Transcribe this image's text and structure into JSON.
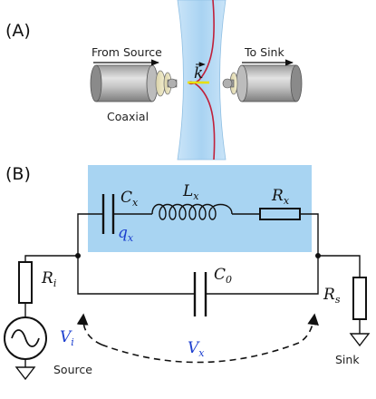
{
  "panel_a": {
    "label": "(A)",
    "from_source": "From Source",
    "to_sink": "To Sink",
    "coaxial": "Coaxial",
    "k_vector": "k"
  },
  "panel_b": {
    "label": "(B)",
    "capacitor_x": "C",
    "capacitor_x_sub": "x",
    "inductor_x": "L",
    "inductor_x_sub": "x",
    "resistor_x": "R",
    "resistor_x_sub": "x",
    "charge_x": "q",
    "charge_x_sub": "x",
    "capacitor_0": "C",
    "capacitor_0_sub": "0",
    "resistor_i": "R",
    "resistor_i_sub": "i",
    "resistor_s": "R",
    "resistor_s_sub": "s",
    "voltage_i": "V",
    "voltage_i_sub": "i",
    "voltage_x": "V",
    "voltage_x_sub": "x",
    "source": "Source",
    "sink": "Sink"
  },
  "colors": {
    "water_blue": "#b8dbf5",
    "highlight_blue": "#a8d4f2",
    "label_blue": "#1c3fcf",
    "mode_red": "#c0203a",
    "k_yellow": "#e8e000"
  }
}
